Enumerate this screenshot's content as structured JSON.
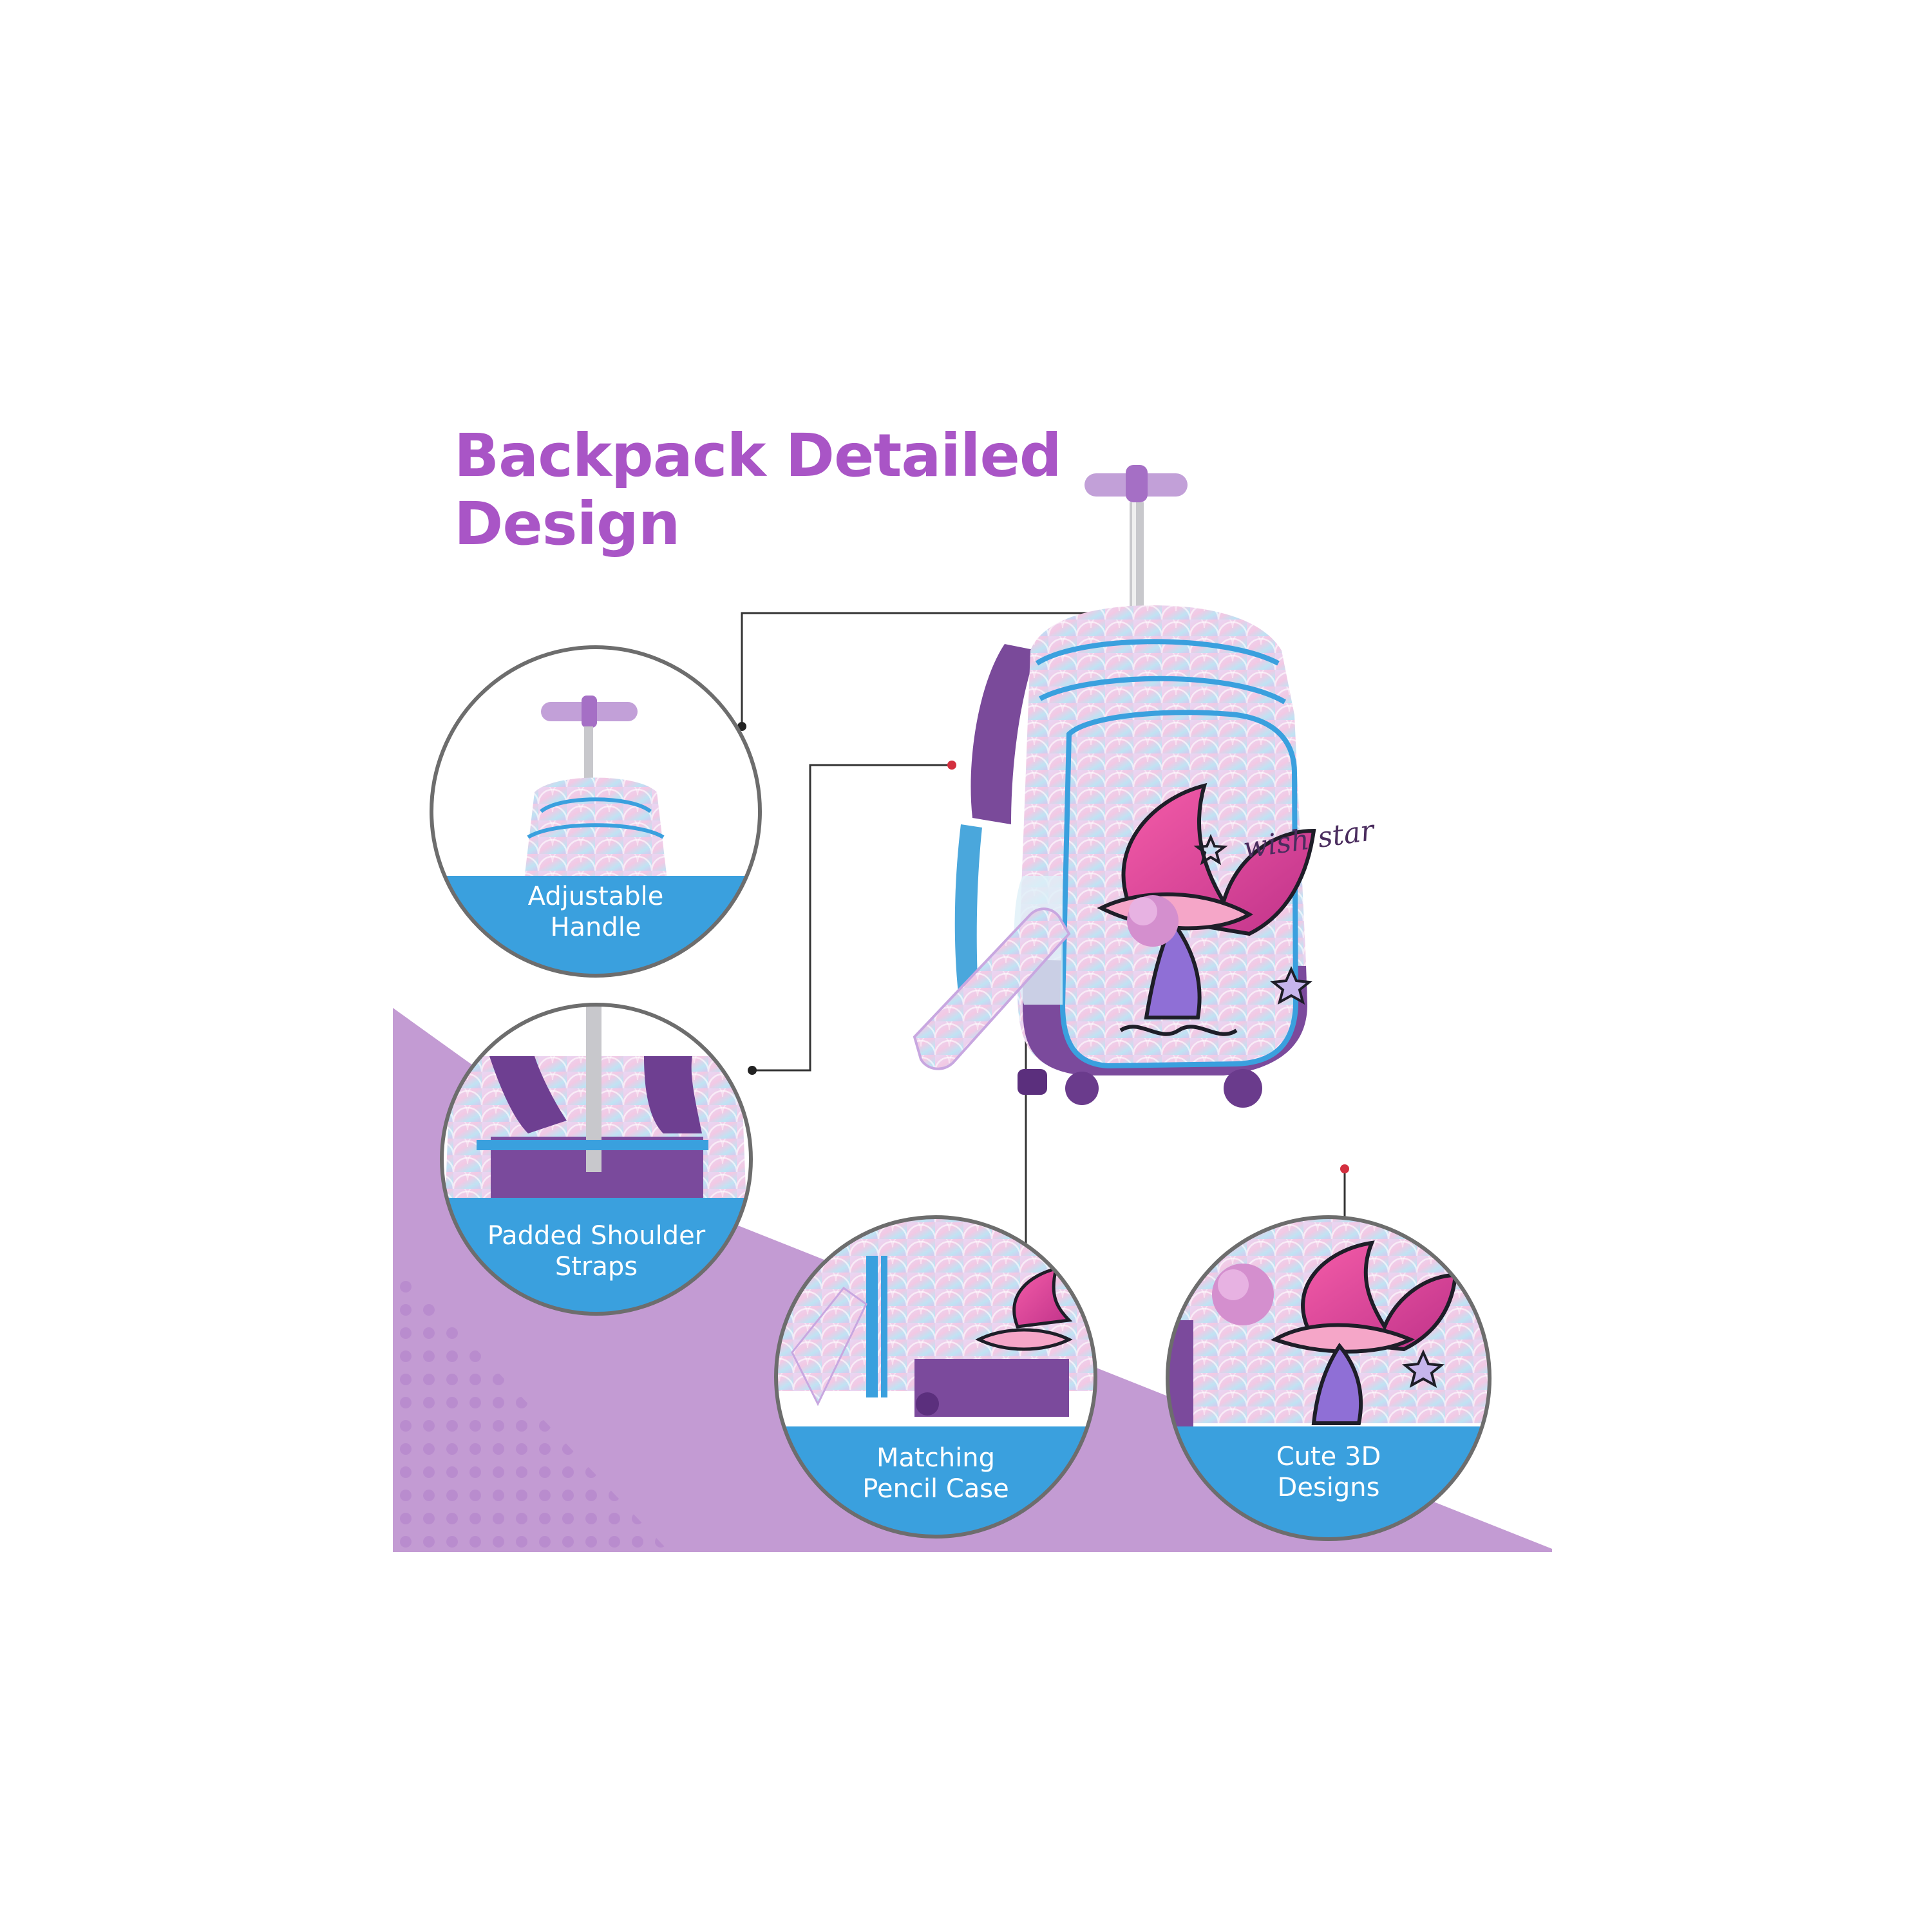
{
  "title": {
    "line1": "Backpack Detailed",
    "line2": "Design"
  },
  "product_print": "wish star",
  "features": [
    {
      "line1": "Adjustable",
      "line2": "Handle"
    },
    {
      "line1": "Padded Shoulder",
      "line2": "Straps"
    },
    {
      "line1": "Matching",
      "line2": "Pencil Case"
    },
    {
      "line1": "Cute 3D",
      "line2": "Designs"
    }
  ],
  "colors": {
    "title": "#a955c6",
    "banner": "#3aa0de",
    "purple_background": "#c39bd3",
    "callout_line": "#333333",
    "callout_dot": "#d32f3f"
  }
}
